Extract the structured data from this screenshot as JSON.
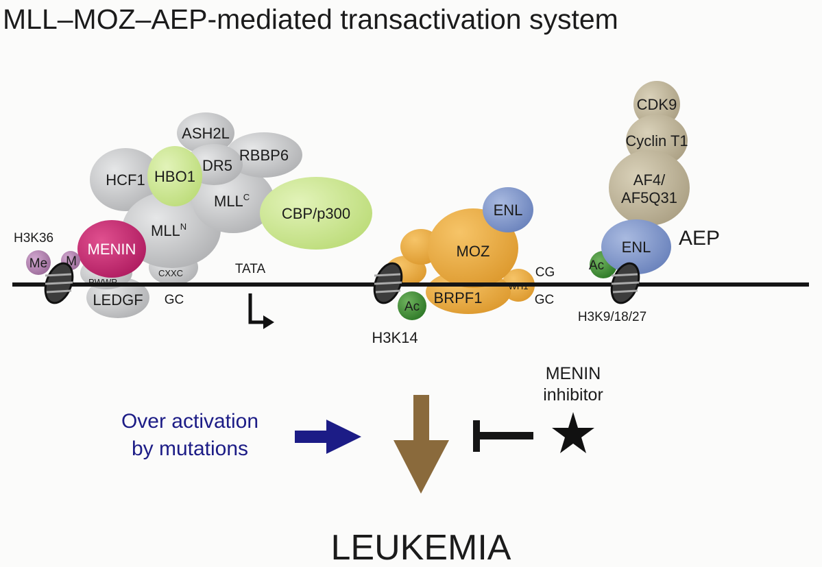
{
  "title": "MLL–MOZ–AEP-mediated transactivation system",
  "colors": {
    "gray_protein": "#c4c5c7",
    "menin": "#c8246e",
    "hbo1_cbp": "#c6e48a",
    "moz_complex": "#e5a43a",
    "enl": "#7d93c6",
    "aep": "#bdb297",
    "acetyl": "#3f8b34",
    "methyl": "#b07fae",
    "activation_arrow": "#1c1c86",
    "leukemia_arrow": "#8a6a3c"
  },
  "mll_complex": {
    "hcf1": "HCF1",
    "ash2l": "ASH2L",
    "wdr5": "DR5",
    "rbbp5": "RBBP6",
    "hbo1": "HBO1",
    "mllc": "MLL",
    "mllc_sup": "C",
    "mlln": "MLL",
    "mlln_sup": "N",
    "menin": "MENIN",
    "cxxc": "CXXC",
    "pwwp": "PWWP",
    "ledgf": "LEDGF",
    "cbp": "CBP/p300"
  },
  "histone_marks": {
    "h3k36": "H3K36",
    "me1": "Me",
    "me2": "M",
    "ac_moz": "Ac",
    "h3k14": "H3K14",
    "ac_aep": "Ac",
    "h3k9": "H3K9/18/27"
  },
  "promoter": {
    "gc_left": "GC",
    "tata": "TATA",
    "cg": "CG",
    "gc_right": "GC"
  },
  "moz_complex": {
    "moz": "MOZ",
    "enl": "ENL",
    "brpf1": "BRPF1",
    "wh1": "WH1"
  },
  "aep_complex": {
    "cdk9": "CDK9",
    "cyclin": "Cyclin T1",
    "af4_line1": "AF4/",
    "af4_line2": "AF5Q31",
    "enl": "ENL",
    "aep": "AEP"
  },
  "bottom": {
    "over_line1": "Over activation",
    "over_line2": "by mutations",
    "inhibitor_line1": "MENIN",
    "inhibitor_line2": "inhibitor",
    "leukemia": "LEUKEMIA"
  }
}
